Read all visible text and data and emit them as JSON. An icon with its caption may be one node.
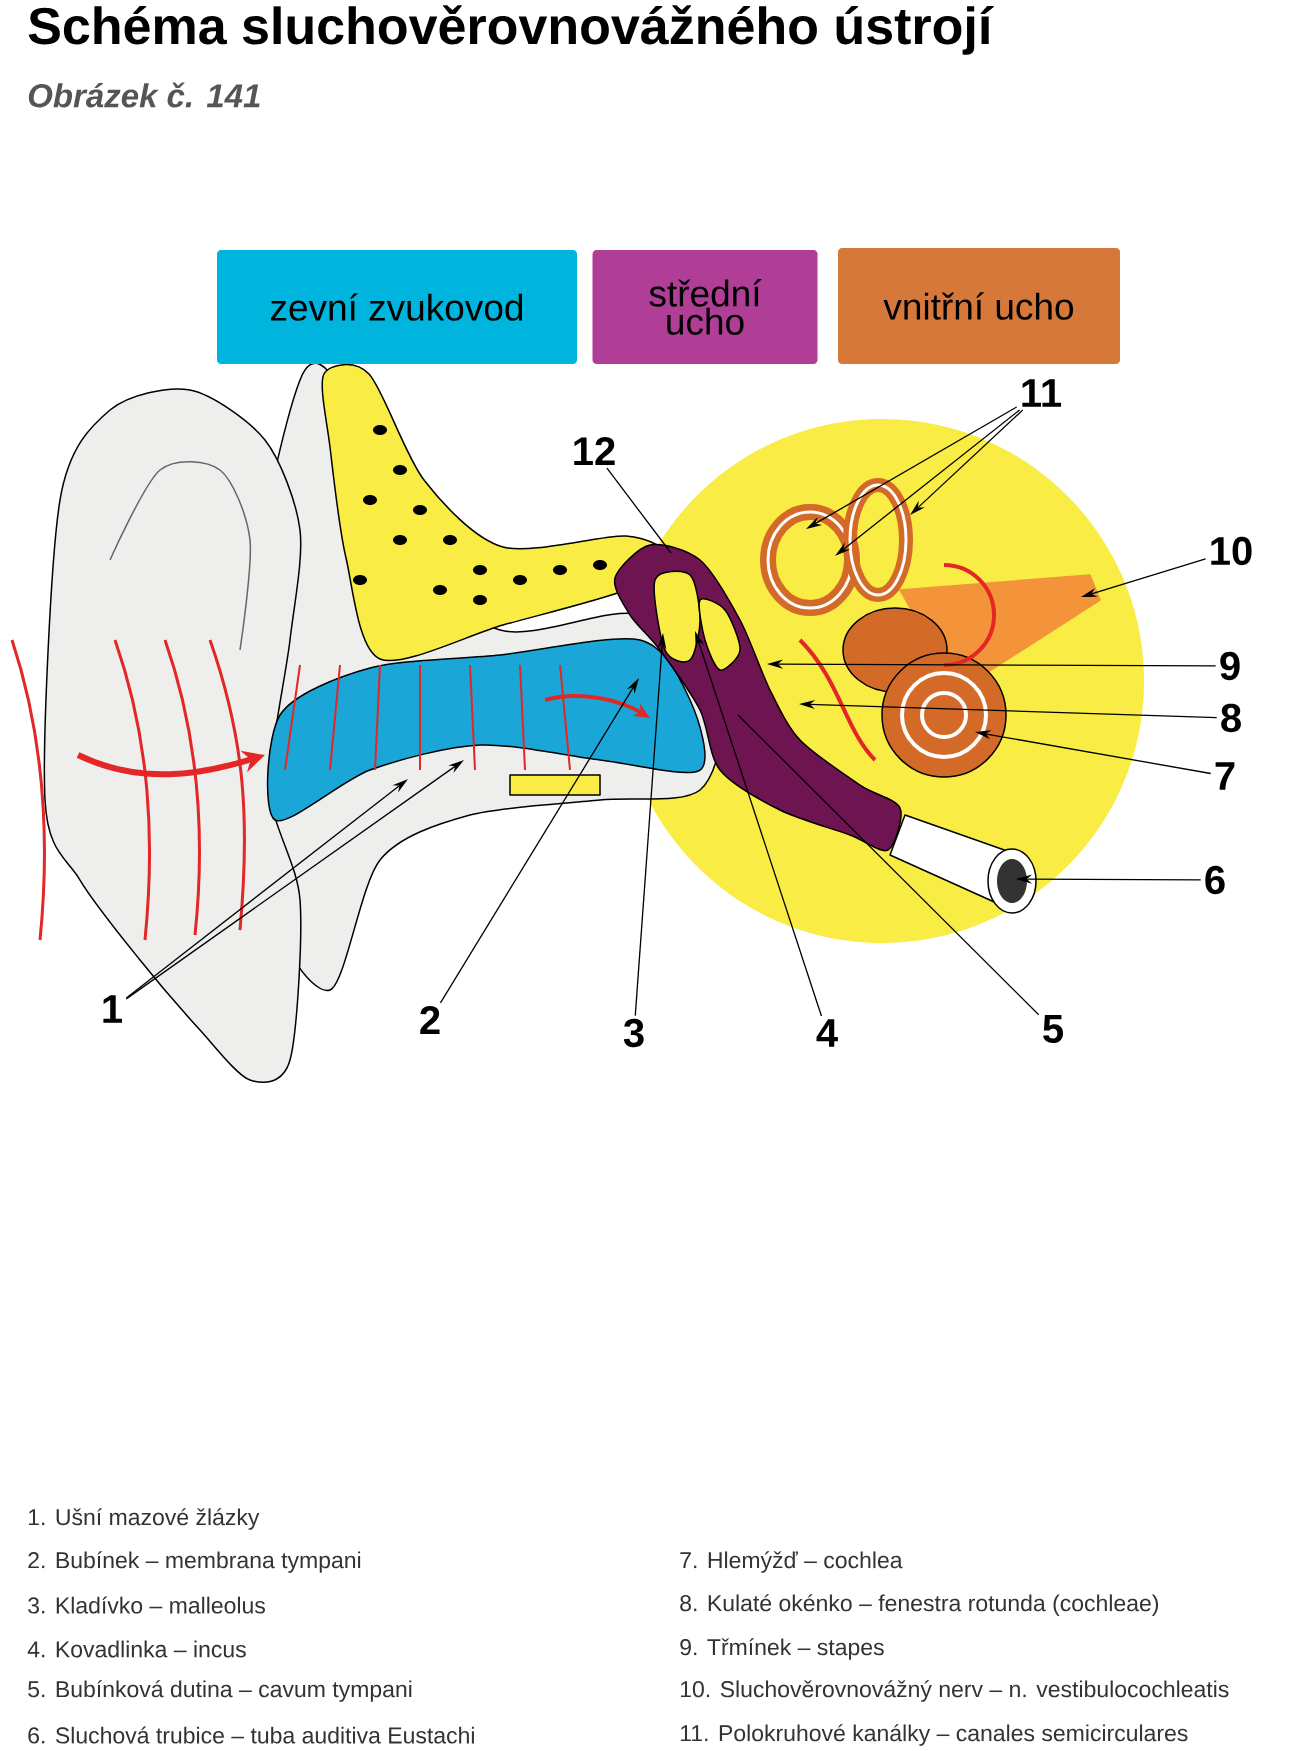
{
  "diagram": {
    "title": "Schéma sluchověrovnovážného ústrojí",
    "caption": "Obrázek č. 141",
    "nodes": [
      {
        "text": [
          "zevní zvukovod"
        ]
      },
      {
        "text": [
          "střední ucho"
        ]
      },
      {
        "text": [
          "vnitřní ucho"
        ]
      },
      {
        "text": [
          "1"
        ]
      },
      {
        "text": [
          "2"
        ]
      },
      {
        "text": [
          "3"
        ]
      },
      {
        "text": [
          "4"
        ]
      },
      {
        "text": [
          "5"
        ]
      },
      {
        "text": [
          "6"
        ]
      },
      {
        "text": [
          "7"
        ]
      },
      {
        "text": [
          "8"
        ]
      },
      {
        "text": [
          "9"
        ]
      },
      {
        "text": [
          "10"
        ]
      },
      {
        "text": [
          "11"
        ]
      },
      {
        "text": [
          "12"
        ]
      },
      {
        "text": [],
        "shape": "picture"
      },
      {
        "text": [],
        "shape": "picture"
      },
      {
        "text": [],
        "shape": "picture"
      },
      {
        "text": [],
        "shape": "picture"
      }
    ],
    "edges": [
      {
        "from": 3,
        "to": 15,
        "arrow": "to"
      },
      {
        "from": 3,
        "to": 15,
        "arrow": "to"
      },
      {
        "from": 4,
        "to": 15,
        "arrow": "to"
      },
      {
        "from": 5,
        "to": 16,
        "arrow": "to"
      },
      {
        "from": 6,
        "to": 16,
        "arrow": "to"
      },
      {
        "from": 7,
        "to": 16,
        "arrow": "none"
      },
      {
        "from": 8,
        "to": 18,
        "arrow": "to"
      },
      {
        "from": 9,
        "to": 17,
        "arrow": "to"
      },
      {
        "from": 10,
        "to": 17,
        "arrow": "to"
      },
      {
        "from": 11,
        "to": 17,
        "arrow": "to"
      },
      {
        "from": 12,
        "to": 17,
        "arrow": "to"
      },
      {
        "from": 13,
        "to": 17,
        "arrow": "to"
      },
      {
        "from": 13,
        "to": 17,
        "arrow": "to"
      },
      {
        "from": 13,
        "to": 17,
        "arrow": "to"
      },
      {
        "from": 14,
        "to": 16,
        "arrow": "none"
      }
    ],
    "labels": [
      "1. Ušní mazové žlázky",
      "2. Bubínek – membrana tympani",
      "7. Hlemýžď – cochlea",
      "3. Kladívko – malleolus",
      "8. Kulaté okénko – fenestra rotunda (cochleae)",
      "4. Kovadlinka – incus",
      "9. Třmínek – stapes",
      "5. Bubínková dutina – cavum tympani",
      "10. Sluchověrovnovážný nerv – n. vestibulocochleatis",
      "6. Sluchová trubice – tuba auditiva Eustachi",
      "11. Polokruhové kanálky – canales semicirculares"
    ]
  }
}
